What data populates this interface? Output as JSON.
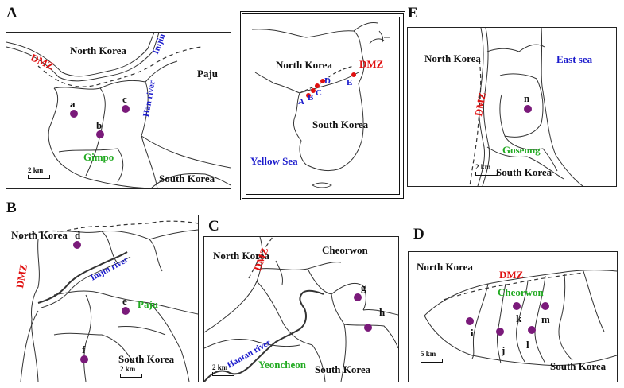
{
  "panels": {
    "A": {
      "letter": "A",
      "labels": {
        "north_korea": "North Korea",
        "dmz": "DMZ",
        "imjin_river": "Imjin river",
        "paju": "Paju",
        "han_river": "Han river",
        "gimpo": "Gimpo",
        "south_korea": "South Korea"
      },
      "sites": [
        "a",
        "b",
        "c"
      ],
      "scale": "2 km"
    },
    "overview": {
      "labels": {
        "north_korea": "North Korea",
        "dmz": "DMZ",
        "south_korea": "South Korea",
        "yellow_sea": "Yellow Sea"
      },
      "site_letters": [
        "A",
        "B",
        "C",
        "D",
        "E"
      ]
    },
    "E": {
      "letter": "E",
      "labels": {
        "north_korea": "North Korea",
        "east_sea": "East sea",
        "dmz": "DMZ",
        "goseong": "Goseong",
        "south_korea": "South Korea"
      },
      "sites": [
        "n"
      ],
      "scale": "2 km"
    },
    "B": {
      "letter": "B",
      "labels": {
        "north_korea": "North Korea",
        "dmz": "DMZ",
        "imjin_river": "Imjin river",
        "paju": "Paju",
        "south_korea": "South Korea"
      },
      "sites": [
        "d",
        "e",
        "f"
      ],
      "scale": "2 km"
    },
    "C": {
      "letter": "C",
      "labels": {
        "north_korea": "North Korea",
        "dmz": "DMZ",
        "cheorwon": "Cheorwon",
        "hantan_river": "Hantan river",
        "yeoncheon": "Yeoncheon",
        "south_korea": "South Korea"
      },
      "sites": [
        "g",
        "h"
      ],
      "scale": "2 km"
    },
    "D": {
      "letter": "D",
      "labels": {
        "north_korea": "North Korea",
        "dmz": "DMZ",
        "cheorwon": "Cheorwon",
        "south_korea": "South Korea"
      },
      "sites": [
        "i",
        "j",
        "k",
        "l",
        "m"
      ],
      "scale": "5 km"
    }
  },
  "colors": {
    "site_dot": "#7a1a7a",
    "dmz": "#e01010",
    "river": "#1a1acc",
    "city": "#22aa22"
  }
}
